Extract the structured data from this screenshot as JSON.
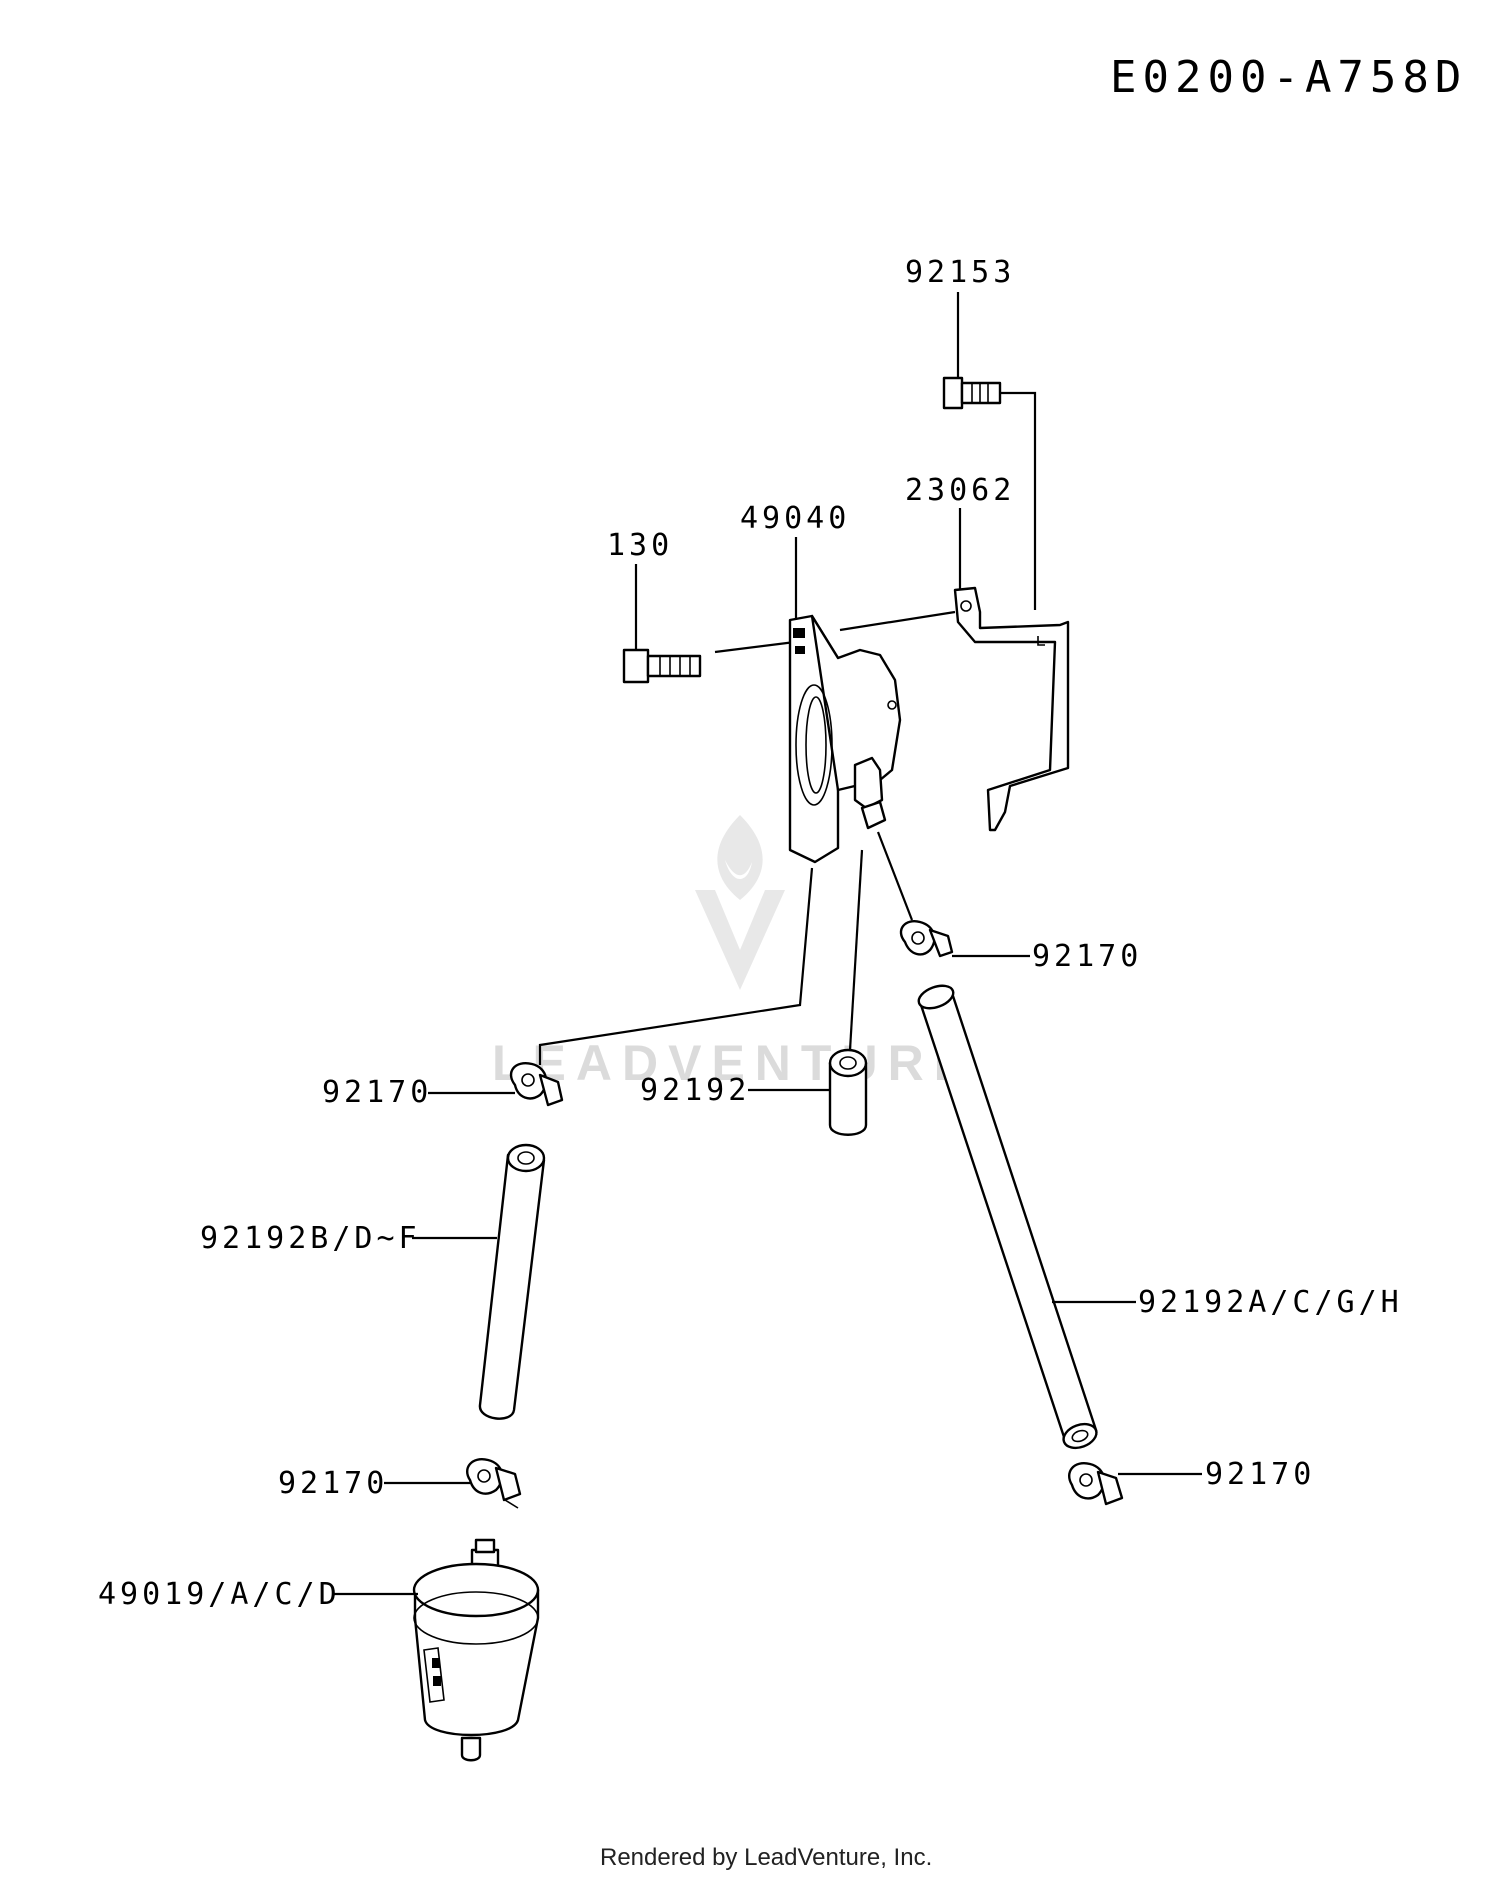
{
  "diagram_code": "E0200-A758D",
  "parts": {
    "p92153": "92153",
    "p23062": "23062",
    "p49040": "49040",
    "p130": "130",
    "p92170_upper_right": "92170",
    "p92170_left": "92170",
    "p92192": "92192",
    "p92192B": "92192B/D~F",
    "p92192A": "92192A/C/G/H",
    "p92170_lower_left": "92170",
    "p92170_lower_right": "92170",
    "p49019": "49019/A/C/D"
  },
  "watermark": "LEADVENTURE",
  "footer": "Rendered by LeadVenture, Inc."
}
